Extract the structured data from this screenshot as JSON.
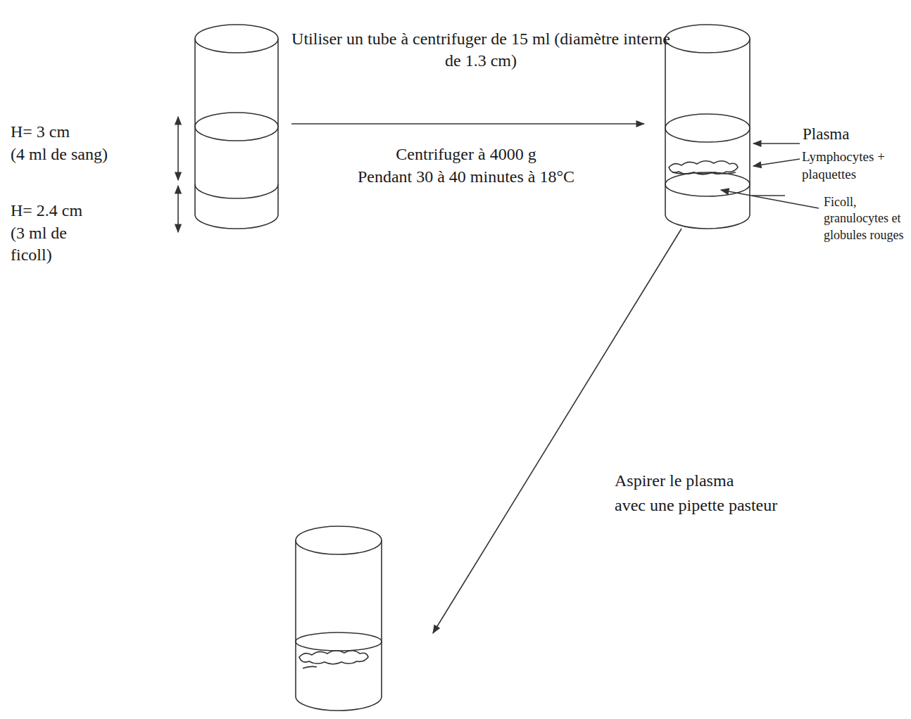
{
  "diagram": {
    "labels": [
      "Utiliser un tube à centrifuger de 15 ml (diamètre interne de 1.3 cm)",
      "Centrifuger à 4000 g",
      "Pendant 30 à 40 minutes à 18°C",
      "H= 3 cm",
      "(4 ml de sang)",
      "H= 2.4 cm",
      "(3 ml de ficoll)",
      "Plasma",
      "Lymphocytes + plaquettes",
      "Ficoll, granulocytes et globules rouges",
      "Aspirer le plasma",
      "avec une pipette pasteur"
    ]
  }
}
